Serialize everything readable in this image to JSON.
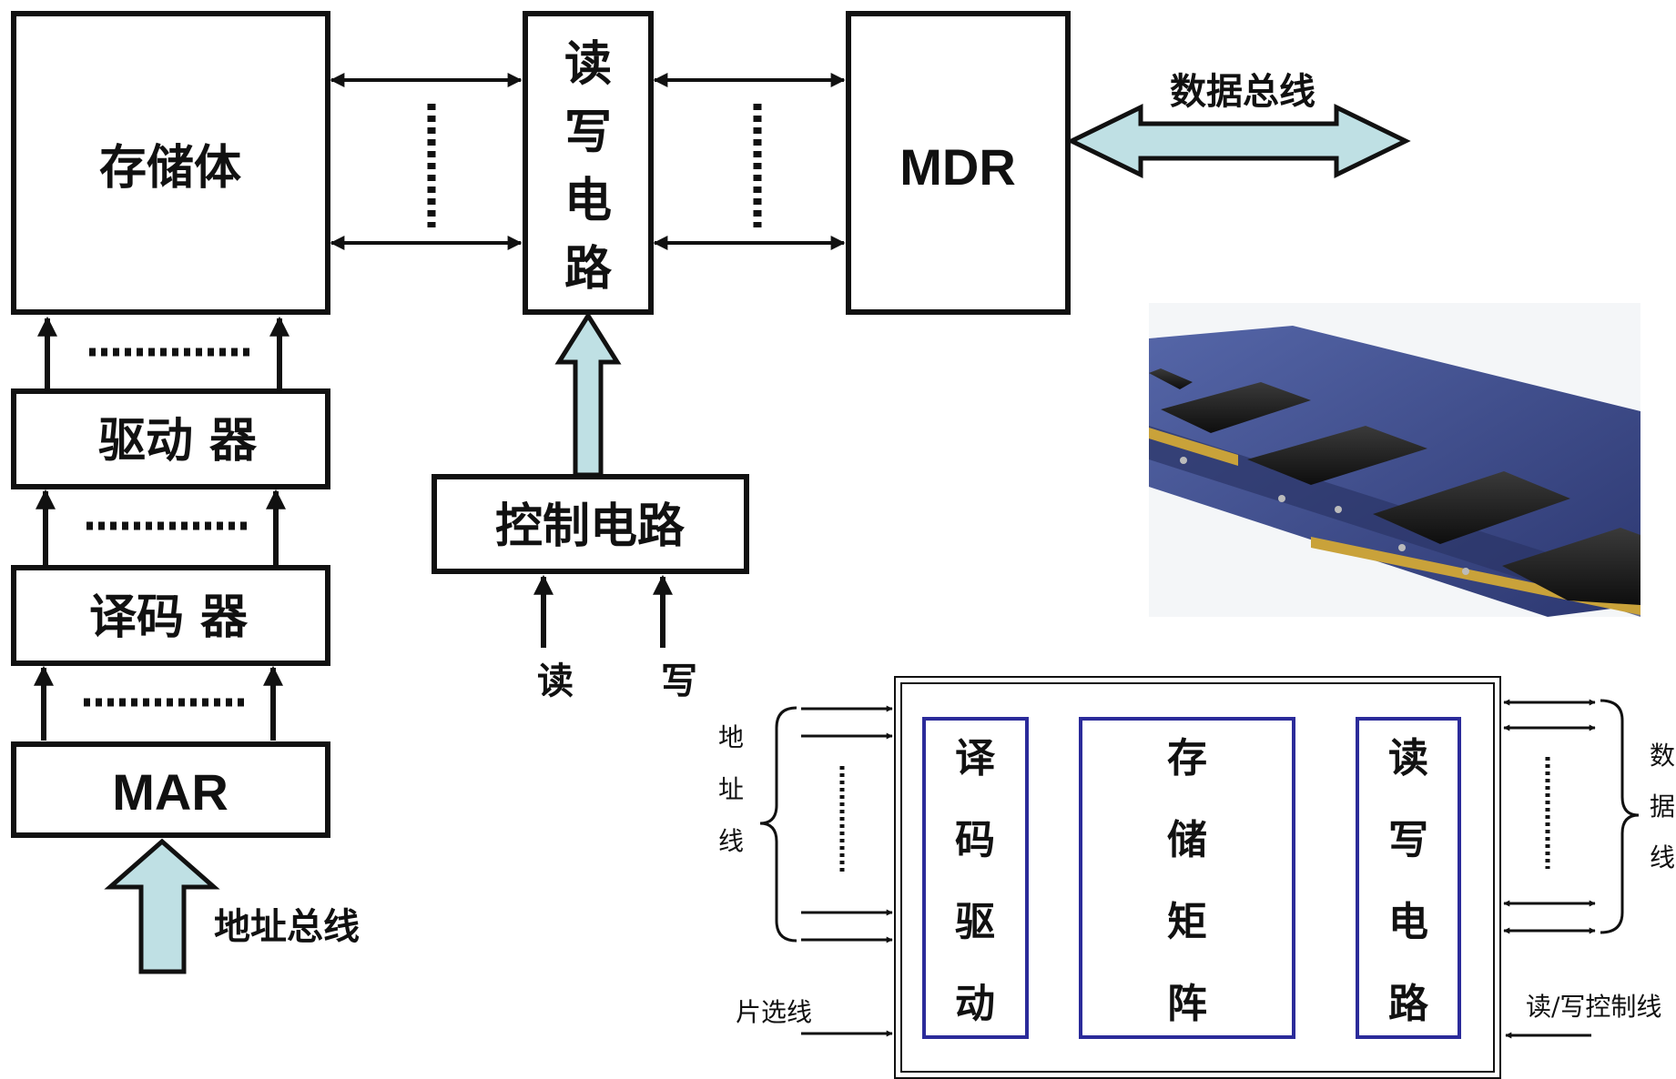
{
  "colors": {
    "stroke": "#111111",
    "accent_fill": "#bfe0e4",
    "inner_box": "#2b2b9a",
    "photo_board": "#3a4a86"
  },
  "left_column": {
    "storage_body": "存储体",
    "driver": "驱动 器",
    "decoder": "译码 器",
    "mar": "MAR",
    "address_bus": "地址总线"
  },
  "top_row": {
    "rw_circuit_chars": [
      "读",
      "写",
      "电",
      "路"
    ],
    "mdr": "MDR",
    "data_bus": "数据总线"
  },
  "control": {
    "label": "控制电路",
    "read": "读",
    "write": "写"
  },
  "chip": {
    "decode_drive_chars": [
      "译",
      "码",
      "驱",
      "动"
    ],
    "storage_matrix_chars": [
      "存",
      "储",
      "矩",
      "阵"
    ],
    "rw_circuit_chars": [
      "读",
      "写",
      "电",
      "路"
    ],
    "address_lines_chars": [
      "地",
      "址",
      "线"
    ],
    "data_lines_chars": [
      "数",
      "据",
      "线"
    ],
    "chip_select": "片选线",
    "rw_control": "读/写控制线"
  },
  "photo": {
    "icon": "memory-module-photo-icon"
  }
}
